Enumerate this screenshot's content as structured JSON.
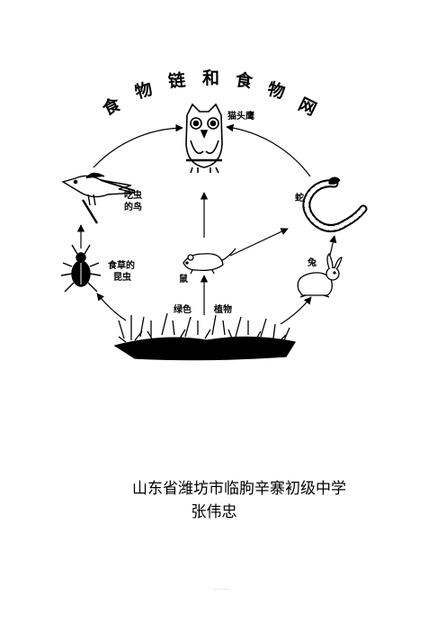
{
  "title_chars": [
    "食",
    "物",
    "链",
    "和",
    "食",
    "物",
    "网"
  ],
  "labels": {
    "owl": "猫头鹰",
    "bird_line1": "吃虫",
    "bird_line2": "的鸟",
    "snake": "蛇",
    "insect_line1": "食草的",
    "insect_line2": "昆虫",
    "mouse": "鼠",
    "rabbit": "兔",
    "plant_left": "绿色",
    "plant_right": "植物"
  },
  "caption": {
    "school": "山东省潍坊市临朐辛寨初级中学",
    "author": "张伟忠"
  }
}
